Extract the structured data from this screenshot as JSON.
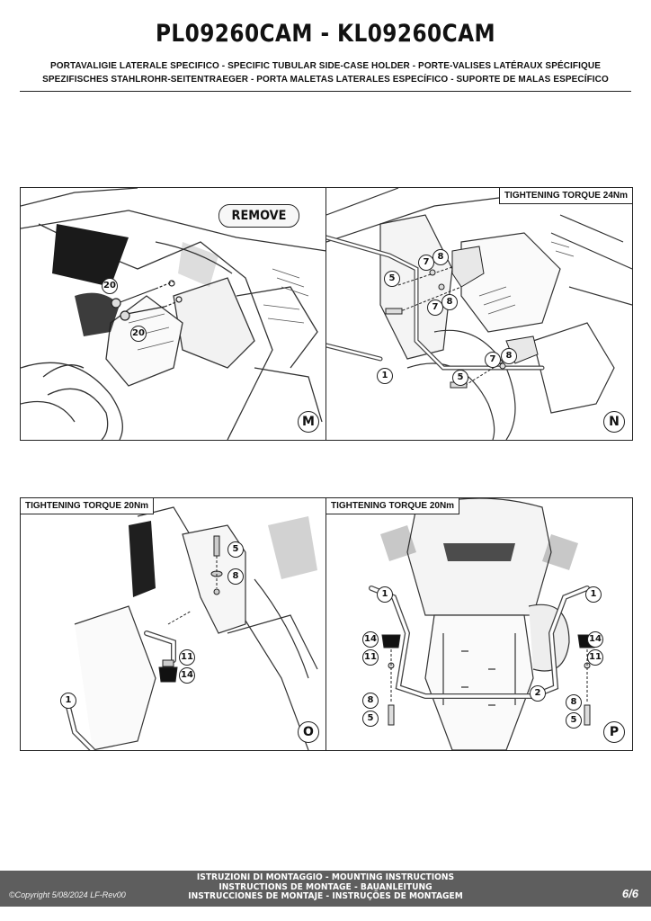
{
  "header": {
    "title": "PL09260CAM - KL09260CAM",
    "subtitle_line1": "PORTAVALIGIE LATERALE SPECIFICO  -  SPECIFIC TUBULAR SIDE-CASE HOLDER  - PORTE-VALISES LATÉRAUX SPÉCIFIQUE",
    "subtitle_line2": "SPEZIFISCHES STAHLROHR-SEITENTRAEGER - PORTA MALETAS LATERALES ESPECÍFICO - SUPORTE DE MALAS ESPECÍFICO"
  },
  "panels": {
    "m": {
      "letter": "M",
      "label": "REMOVE",
      "callouts": [
        "20",
        "20"
      ]
    },
    "n": {
      "letter": "N",
      "torque": "TIGHTENING TORQUE 24Nm",
      "callouts": [
        "8",
        "7",
        "5",
        "7",
        "8",
        "7",
        "8",
        "5",
        "1"
      ]
    },
    "o": {
      "letter": "O",
      "torque": "TIGHTENING TORQUE 20Nm",
      "callouts": [
        "5",
        "8",
        "11",
        "14",
        "1"
      ]
    },
    "p": {
      "letter": "P",
      "torque": "TIGHTENING TORQUE 20Nm",
      "callouts": [
        "1",
        "1",
        "14",
        "11",
        "14",
        "11",
        "8",
        "5",
        "2",
        "8",
        "5"
      ]
    }
  },
  "footer": {
    "line1": "ISTRUZIONI DI MONTAGGIO  -  MOUNTING INSTRUCTIONS",
    "line2": "INSTRUCTIONS DE MONTAGE - BAUANLEITUNG",
    "line3": "INSTRUCCIONES DE MONTAJE - INSTRUÇÕES DE MONTAGEM",
    "copyright": "©Copyright 5/08/2024 LF-Rev00",
    "page": "6/6"
  }
}
